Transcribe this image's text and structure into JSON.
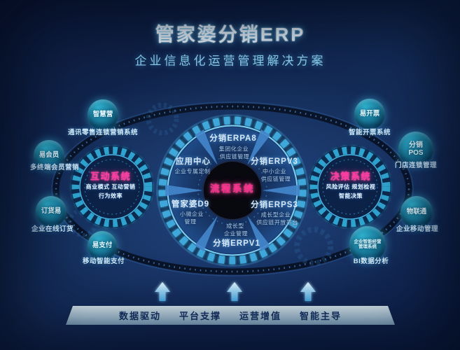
{
  "header": {
    "title": "管家婆分销ERP",
    "subtitle": "企业信息化运营管理解决方案"
  },
  "satellites": [
    {
      "name": "智慧营",
      "caption": "通讯零售连锁营销系统"
    },
    {
      "name": "易会员",
      "caption": "多终端会员营销"
    },
    {
      "name": "订货易",
      "caption": "企业在线订货"
    },
    {
      "name": "易支付",
      "caption": "移动智能支付"
    },
    {
      "name": "易开票",
      "caption": "智能开票系统"
    },
    {
      "name1": "分销",
      "name2": "POS",
      "caption": "门店连锁管理"
    },
    {
      "name": "物联通",
      "caption": "企业移动管理"
    },
    {
      "name1": "企业智能经营",
      "name2": "管理系统",
      "caption": "BI数据分析"
    }
  ],
  "gears": {
    "left": {
      "title": "互动系统",
      "lines": [
        "商业模式 互动营销",
        "行为效率"
      ]
    },
    "right": {
      "title": "决策系统",
      "lines": [
        "风险评估 规划检视",
        "智能决策"
      ]
    }
  },
  "wheel": {
    "hub": "流程系统",
    "segments": [
      {
        "title": "分销ERPA8",
        "lines": [
          "集团化企业",
          "供应链管理"
        ]
      },
      {
        "title": "应用中心",
        "lines": [
          "企业专属定制"
        ]
      },
      {
        "title": "分销ERPV3",
        "lines": [
          "中小企业",
          "供应链管理"
        ]
      },
      {
        "title": "管家婆D9",
        "lines": [
          "小微企业",
          "管理"
        ]
      },
      {
        "title": "分销ERPS3",
        "lines": [
          "成长型企业",
          "供应链开放平台"
        ]
      },
      {
        "title": "分销ERPV1",
        "lines": [
          "成长型",
          "企业管理"
        ]
      }
    ]
  },
  "banner": {
    "items": [
      "数据驱动",
      "平台支撑",
      "运营增值",
      "智能主导"
    ]
  },
  "icons": {
    "up_arrow": "up-arrow"
  },
  "colors": {
    "accent_pink": "#ff2e8d",
    "accent_cyan": "#3db4e6",
    "gear_teal": "#2fa3cf",
    "banner_text": "#17366b",
    "banner_bg": "#cfe7f2"
  }
}
